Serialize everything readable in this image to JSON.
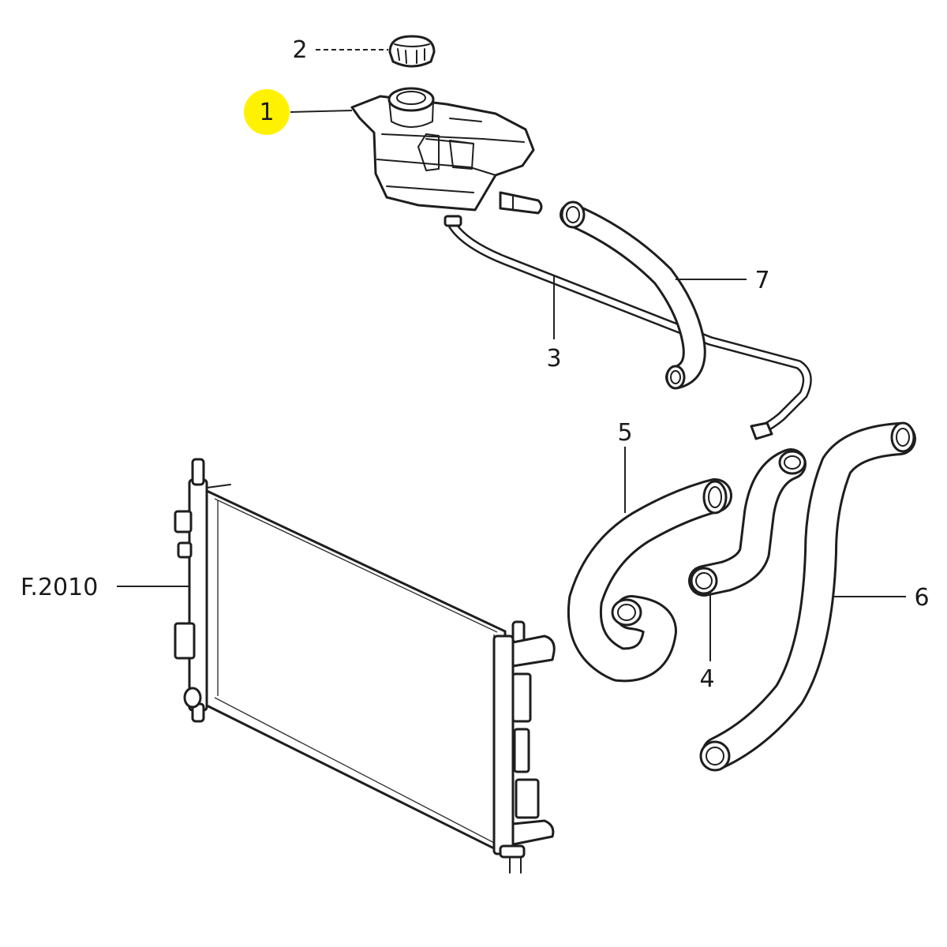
{
  "callouts": {
    "c1": "1",
    "c2": "2",
    "c3": "3",
    "c4": "4",
    "c5": "5",
    "c6": "6",
    "c7": "7",
    "ref": "F.2010"
  },
  "colors": {
    "highlight": "#fff200",
    "line": "#1e1e1e",
    "background": "#ffffff"
  }
}
